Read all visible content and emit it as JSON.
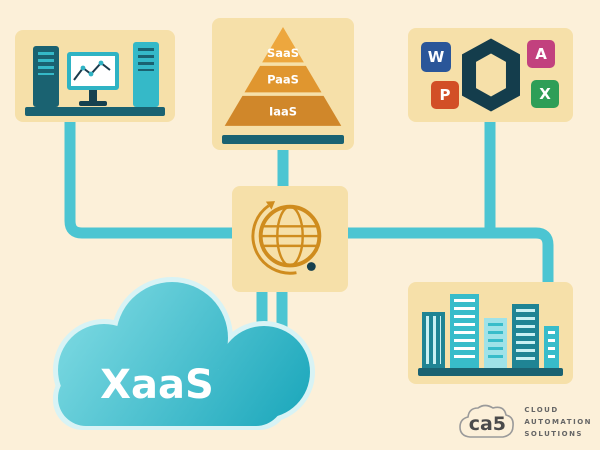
{
  "title": "XaaS cloud services diagram",
  "colors": {
    "background": "#fcf0d9",
    "card": "#f6e0a9",
    "connector_teal": "#4cc5d2",
    "dark_teal": "#1a6271",
    "bright_teal": "#35b9c8",
    "globe_orange": "#cf8c1e",
    "cloud_teal": "#2bb3c2"
  },
  "cloud": {
    "label": "XaaS"
  },
  "pyramid": {
    "layers": [
      {
        "label": "SaaS",
        "color": "#eda73e"
      },
      {
        "label": "PaaS",
        "color": "#e0962f"
      },
      {
        "label": "IaaS",
        "color": "#d0872a"
      }
    ]
  },
  "office": {
    "tiles": [
      {
        "label": "W",
        "color": "#2a5699"
      },
      {
        "label": "P",
        "color": "#d24f26"
      },
      {
        "label": "A",
        "color": "#c2417e"
      },
      {
        "label": "X",
        "color": "#2e9e57"
      }
    ]
  },
  "logo": {
    "brand": "ca5",
    "lines": [
      "CLOUD",
      "AUTOMATION",
      "SOLUTIONS"
    ]
  },
  "icons": {
    "servers": "server-monitor-icon",
    "pyramid": "service-pyramid-icon",
    "office": "office-apps-icon",
    "globe": "globe-sync-icon",
    "buildings": "city-buildings-icon",
    "cloud": "xaas-cloud-shape",
    "logo_cloud": "logo-cloud-icon"
  }
}
